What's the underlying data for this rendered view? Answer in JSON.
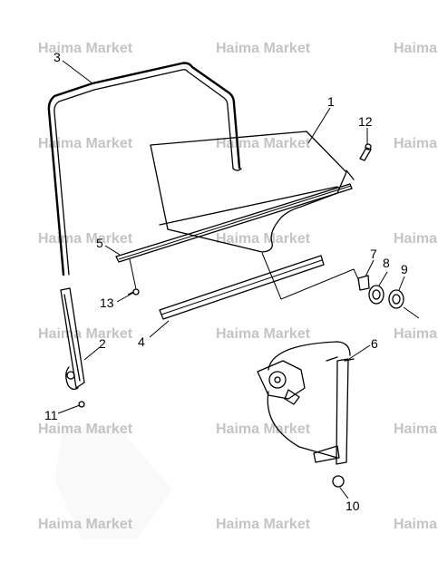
{
  "watermark": {
    "text": "Haima Market",
    "color": "#c4c4c4"
  },
  "callouts": {
    "c1": "1",
    "c2": "2",
    "c3": "3",
    "c4": "4",
    "c5": "5",
    "c6": "6",
    "c7": "7",
    "c8": "8",
    "c9": "9",
    "c10": "10",
    "c11": "11",
    "c12": "12",
    "c13": "13"
  }
}
